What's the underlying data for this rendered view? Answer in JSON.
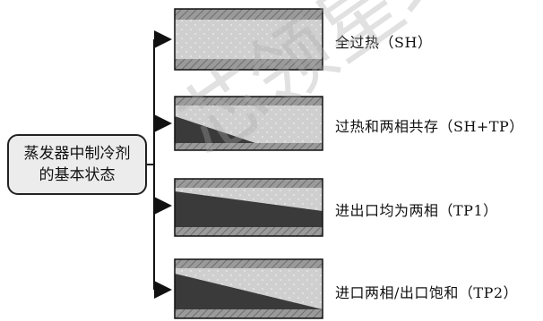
{
  "root": {
    "line1": "蒸发器中制冷剂",
    "line2": "的基本状态"
  },
  "states": [
    {
      "label": "全过热（SH）"
    },
    {
      "label": "过热和两相共存（SH+TP）"
    },
    {
      "label": "进出口均为两相（TP1）"
    },
    {
      "label": "进口两相/出口饱和（TP2）"
    }
  ],
  "watermark": "芯领星球",
  "colors": {
    "pipe_wall": "#8a8a8a",
    "vapor": "#cfcfcf",
    "liquid": "#3a3a3a",
    "outline": "#111111"
  }
}
